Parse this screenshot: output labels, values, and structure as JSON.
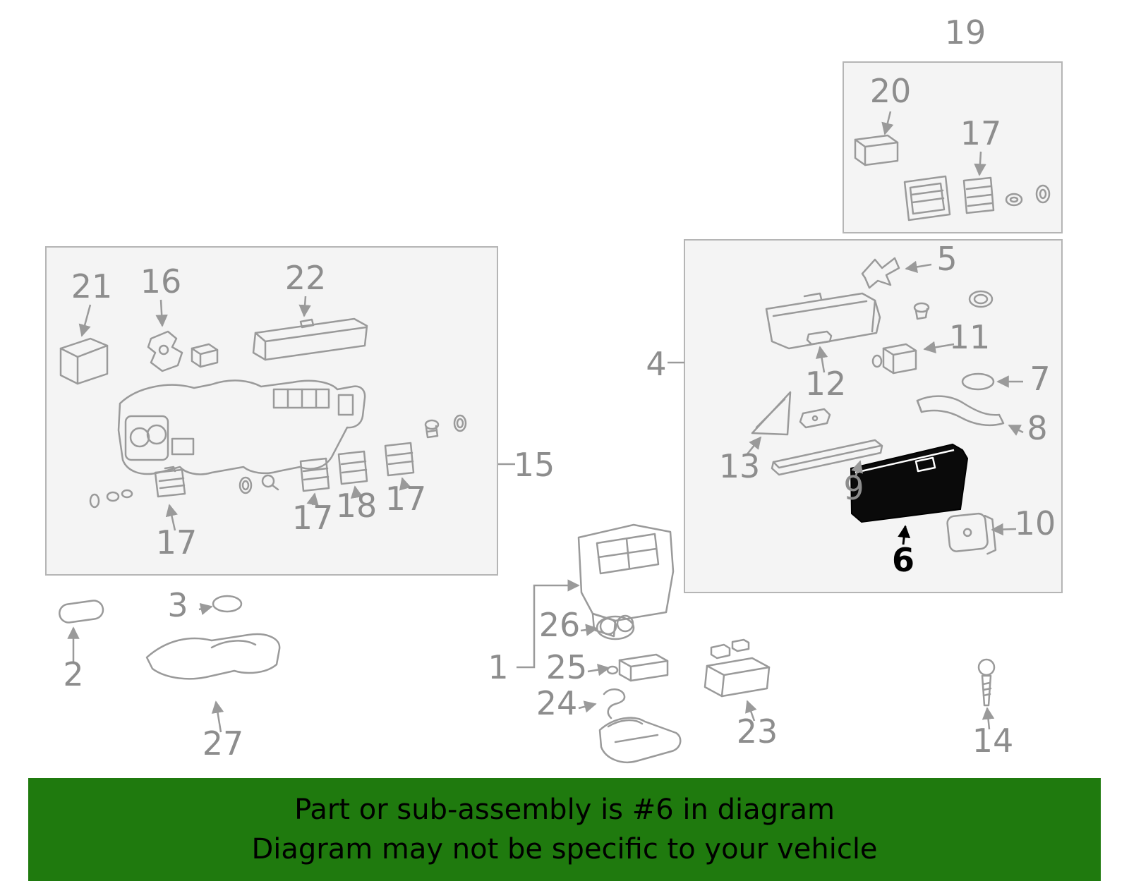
{
  "page": {
    "background": "#ffffff"
  },
  "banner": {
    "line1": "Part or sub-assembly is #6 in diagram",
    "line2": "Diagram may not be specific to your vehicle",
    "background_color": "#1f7a0e",
    "text_color": "#000000"
  },
  "diagram": {
    "type": "exploded-parts-diagram",
    "subject": "instrument panel / dashboard components",
    "highlighted_part": "6",
    "line_color": "#9a9a9a",
    "label_color": "#8d8d8d",
    "highlight_color": "#000000",
    "panel_background": "#f4f4f4"
  },
  "callouts": {
    "c19": "19",
    "c20": "20",
    "c17a": "17",
    "c21": "21",
    "c16": "16",
    "c22": "22",
    "c15": "15",
    "c17b": "17",
    "c17c": "17",
    "c18": "18",
    "c17d": "17",
    "c4": "4",
    "c5": "5",
    "c11": "11",
    "c7": "7",
    "c8": "8",
    "c12": "12",
    "c13": "13",
    "c9": "9",
    "c6": "6",
    "c10": "10",
    "c2": "2",
    "c3": "3",
    "c27": "27",
    "c1": "1",
    "c26": "26",
    "c25": "25",
    "c24": "24",
    "c23": "23",
    "c14": "14"
  }
}
